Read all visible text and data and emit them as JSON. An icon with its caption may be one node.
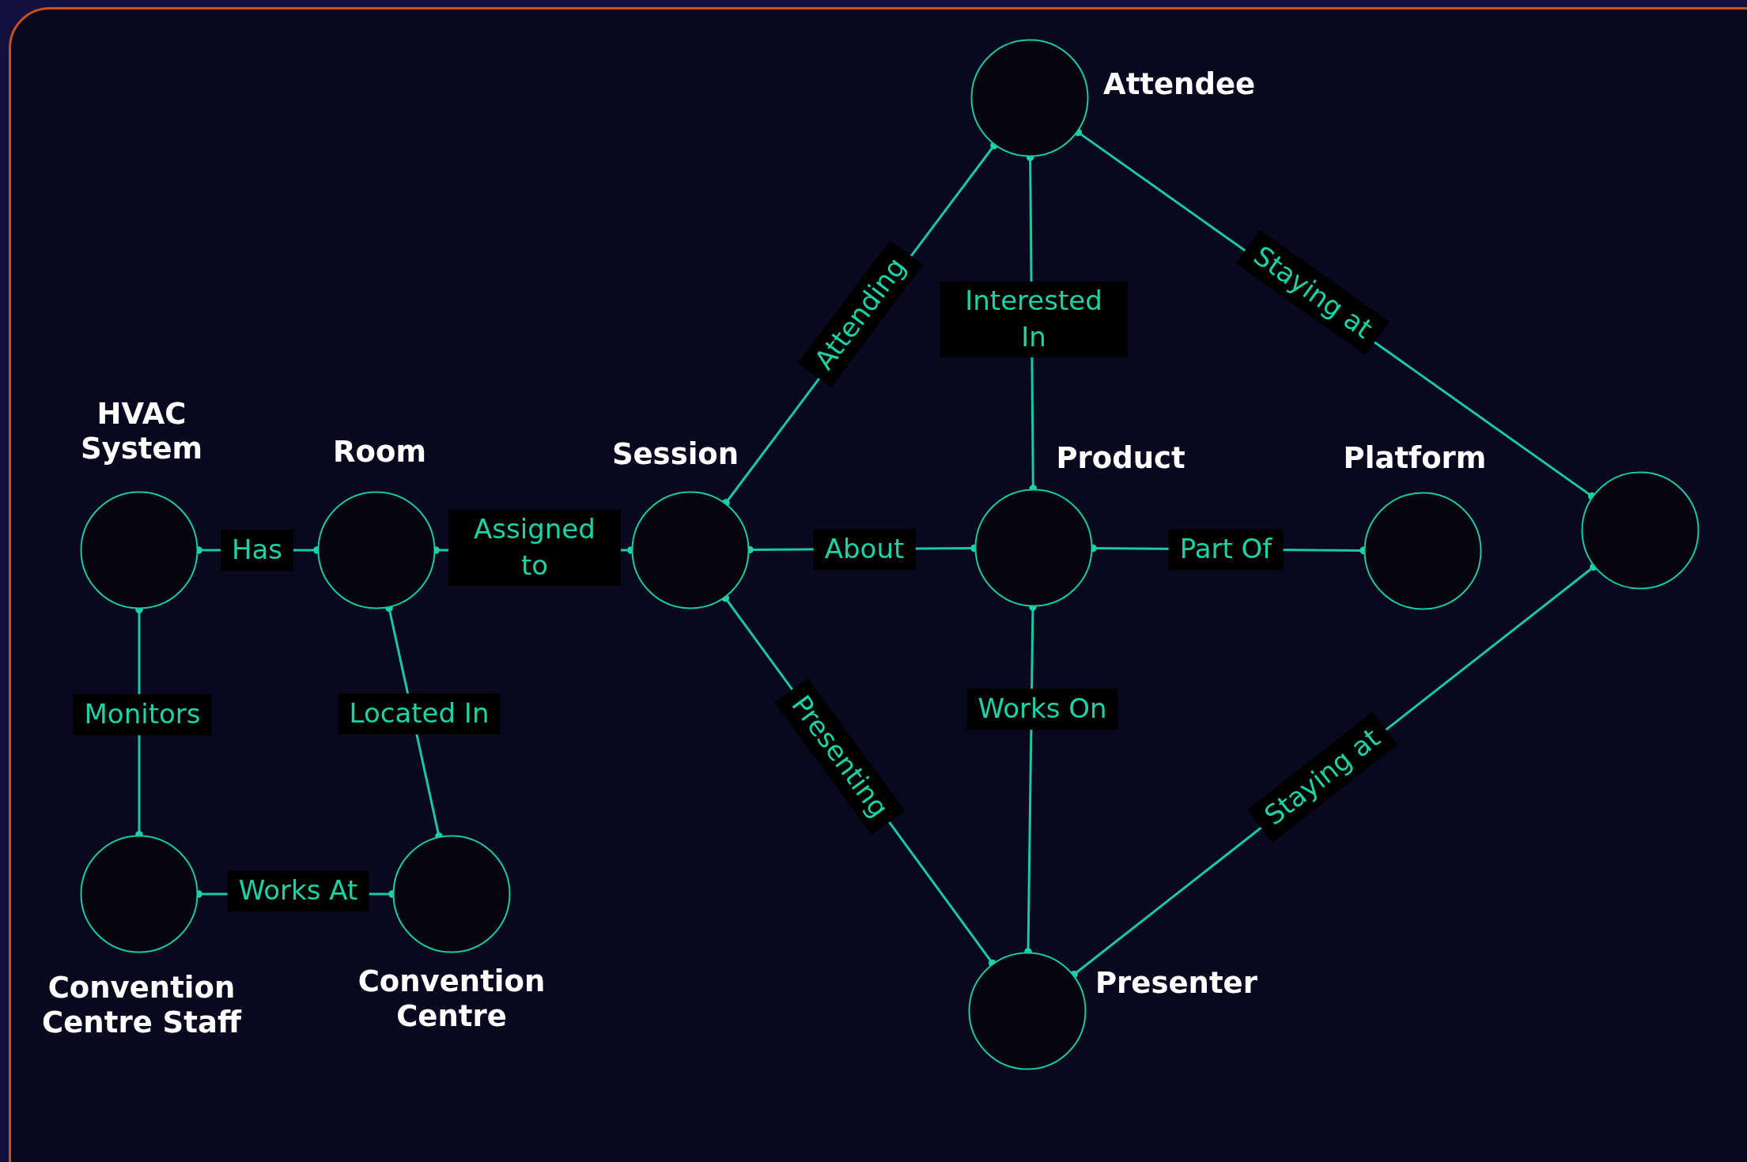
{
  "diagram": {
    "nodes": [
      {
        "text": [
          "HVAC System"
        ]
      },
      {
        "text": [
          "Room"
        ]
      },
      {
        "text": [
          "Session"
        ]
      },
      {
        "text": [
          "Attendee"
        ]
      },
      {
        "text": [
          "Product"
        ]
      },
      {
        "text": [
          "Platform"
        ]
      },
      {
        "text": [],
        "shape": "circle"
      },
      {
        "text": [
          "Convention Centre Staff"
        ]
      },
      {
        "text": [
          "Convention Centre"
        ]
      },
      {
        "text": [
          "Presenter"
        ]
      }
    ],
    "edges": [
      {
        "from": 0,
        "to": 1,
        "arrow": "other",
        "label": "Has"
      },
      {
        "from": 1,
        "to": 2,
        "arrow": "other",
        "label": "Assigned to"
      },
      {
        "from": 7,
        "to": 0,
        "arrow": "other",
        "label": "Monitors"
      },
      {
        "from": 1,
        "to": 8,
        "arrow": "other",
        "label": "Located In"
      },
      {
        "from": 7,
        "to": 8,
        "arrow": "other",
        "label": "Works At"
      },
      {
        "from": 3,
        "to": 2,
        "arrow": "other",
        "label": "Attending"
      },
      {
        "from": 3,
        "to": 4,
        "arrow": "other",
        "label": "Interested In"
      },
      {
        "from": 3,
        "to": 6,
        "arrow": "other",
        "label": "Staying at"
      },
      {
        "from": 2,
        "to": 4,
        "arrow": "other",
        "label": "About"
      },
      {
        "from": 4,
        "to": 5,
        "arrow": "other",
        "label": "Part Of"
      },
      {
        "from": 9,
        "to": 2,
        "arrow": "other",
        "label": "Presenting"
      },
      {
        "from": 9,
        "to": 4,
        "arrow": "other",
        "label": "Works On"
      },
      {
        "from": 9,
        "to": 6,
        "arrow": "other",
        "label": "Staying at"
      }
    ]
  }
}
